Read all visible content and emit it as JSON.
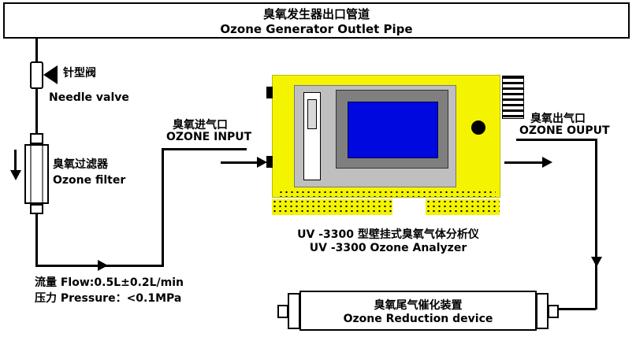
{
  "diagram": {
    "top_pipe": {
      "label_zh": "臭氧发生器出口管道",
      "label_en": "Ozone Generator Outlet Pipe"
    },
    "needle_valve": {
      "label_zh": "针型阀",
      "label_en": "Needle valve"
    },
    "ozone_filter": {
      "label_zh": "臭氧过滤器",
      "label_en": "Ozone filter"
    },
    "ozone_input": {
      "label_zh": "臭氧进气口",
      "label_en": "OZONE INPUT"
    },
    "ozone_output": {
      "label_zh": "臭氧出气口",
      "label_en": "OZONE OUPUT"
    },
    "analyzer": {
      "label_zh": "UV -3300 型壁挂式臭氧气体分析仪",
      "label_en": "UV -3300 Ozone Analyzer"
    },
    "specs": {
      "flow": "流量 Flow:0.5L±0.2L/min",
      "pressure": "压力 Pressure：<0.1MPa"
    },
    "reduction_device": {
      "label_zh": "臭氧尾气催化装置",
      "label_en": "Ozone Reduction device"
    },
    "colors": {
      "analyzer_body": "#f4f400",
      "screen_blue": "#0008e0",
      "bezel_gray": "#7f7f7f",
      "panel_gray": "#bfbfbf",
      "line_black": "#000000"
    }
  }
}
